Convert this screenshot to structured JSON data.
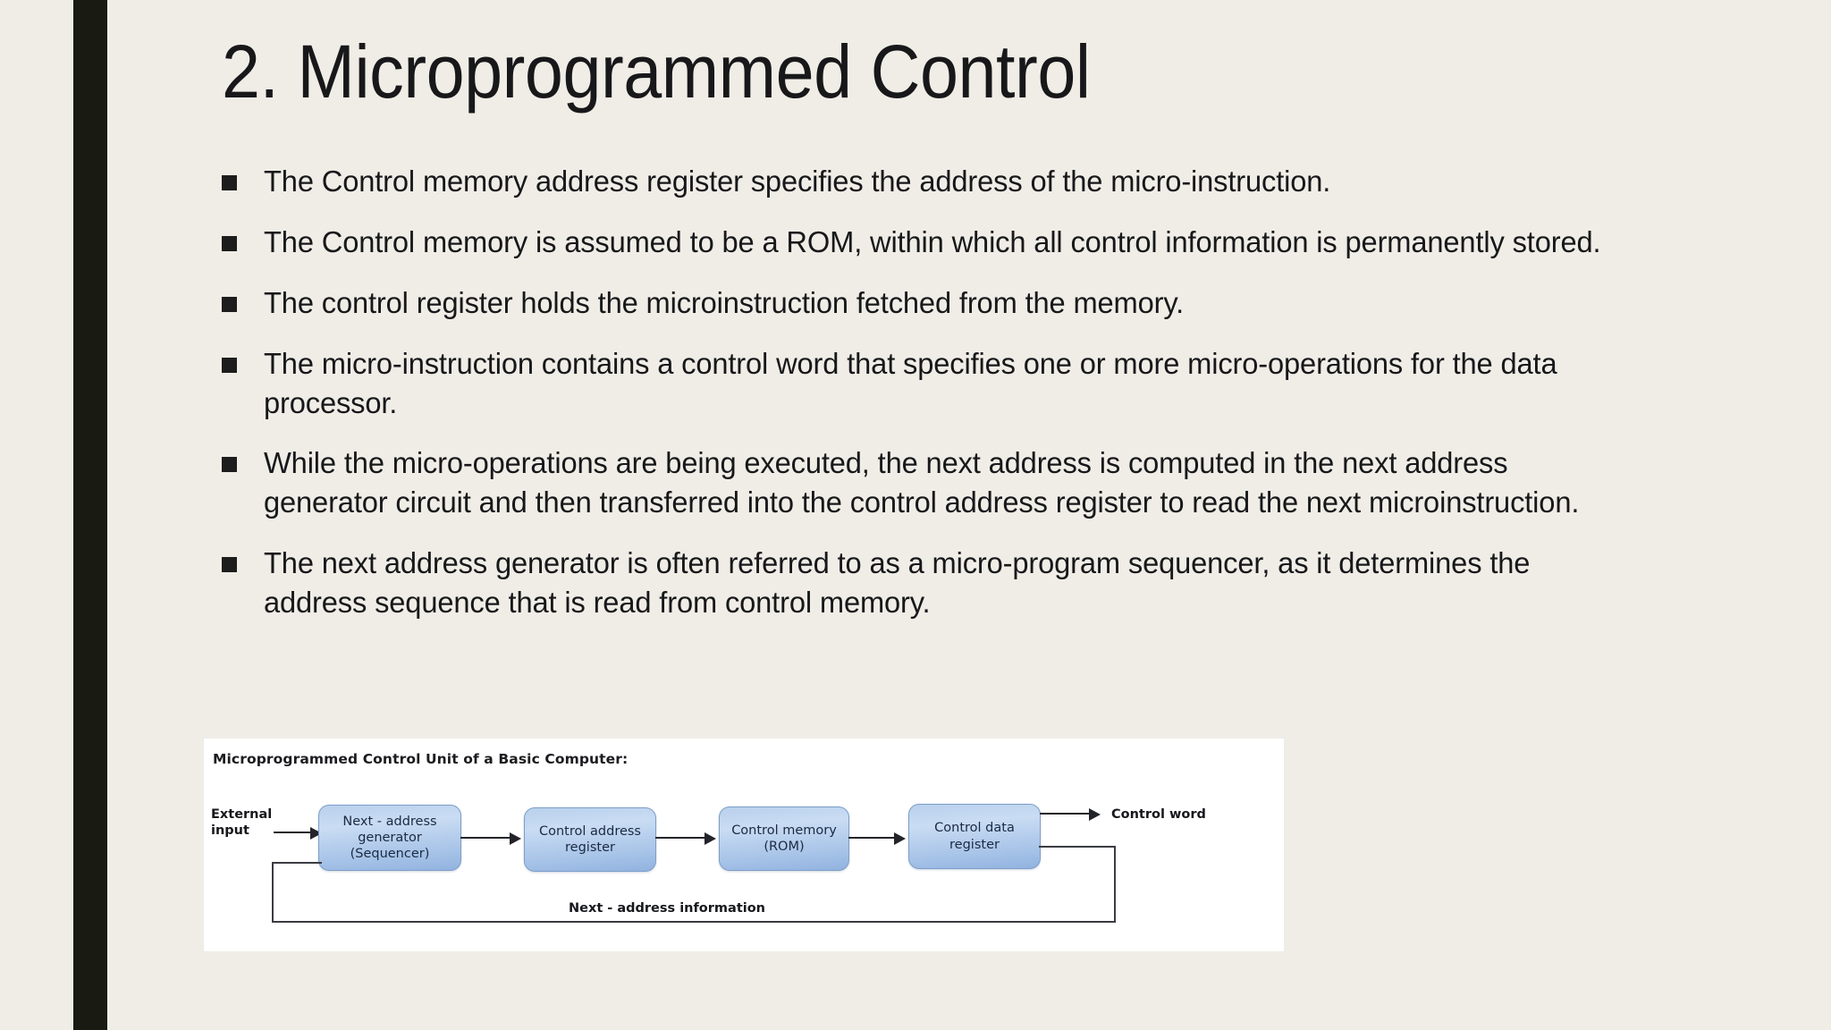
{
  "slide": {
    "title": "2. Microprogrammed Control",
    "background_color": "#f0ede7",
    "accent_bar_color": "#191b13",
    "text_color": "#17181a"
  },
  "bullets": [
    "The Control memory address register specifies the address of the micro-instruction.",
    "The Control memory is assumed to be a ROM, within which all control information is permanently stored.",
    "The control register holds the microinstruction fetched from the memory.",
    "The micro-instruction contains a control word that specifies one or more micro-operations for the data processor.",
    "While the micro-operations are being executed, the next address is computed in the next address generator circuit and then transferred into the control address register to read the next microinstruction.",
    "The next address generator is often referred to as a micro-program sequencer, as it determines the address sequence that is read from control memory."
  ],
  "diagram": {
    "caption": "Microprogrammed Control Unit of a Basic Computer:",
    "background_color": "#ffffff",
    "box_fill_color": "#b6cdea",
    "box_border_color": "#7c9ec9",
    "external_input_label_line1": "External",
    "external_input_label_line2": "input",
    "output_label": "Control word",
    "feedback_label": "Next - address information",
    "boxes": [
      {
        "line1": "Next - address",
        "line2": "generator",
        "line3": "(Sequencer)"
      },
      {
        "line1": "Control address",
        "line2": "register",
        "line3": ""
      },
      {
        "line1": "Control memory",
        "line2": "(ROM)",
        "line3": ""
      },
      {
        "line1": "Control data",
        "line2": "register",
        "line3": ""
      }
    ]
  }
}
